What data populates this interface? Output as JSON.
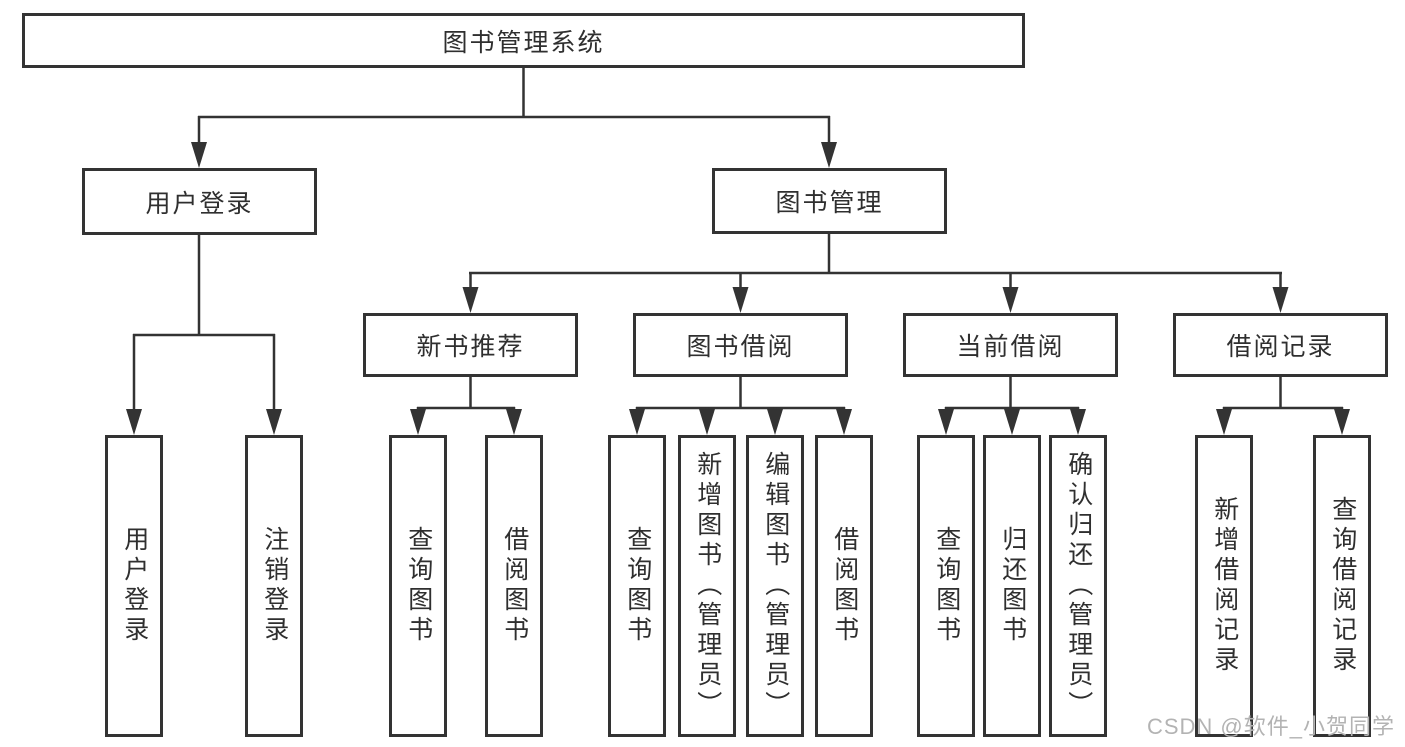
{
  "tree": {
    "root": "图书管理系统",
    "branches": [
      {
        "label": "用户登录",
        "children": [
          "用户登录",
          "注销登录"
        ]
      },
      {
        "label": "图书管理",
        "groups": [
          {
            "label": "新书推荐",
            "children": [
              "查询图书",
              "借阅图书"
            ]
          },
          {
            "label": "图书借阅",
            "children": [
              "查询图书",
              "新增图书（管理员）",
              "编辑图书（管理员）",
              "借阅图书"
            ]
          },
          {
            "label": "当前借阅",
            "children": [
              "查询图书",
              "归还图书",
              "确认归还（管理员）"
            ]
          },
          {
            "label": "借阅记录",
            "children": [
              "新增借阅记录",
              "查询借阅记录"
            ]
          }
        ]
      }
    ]
  },
  "watermark": "CSDN @软件_小贺同学",
  "colors": {
    "line": "#333333",
    "box_border": "#333333",
    "box_fill": "#ffffff",
    "text": "#2f2f2f",
    "watermark": "#b3b3b3",
    "background": "#ffffff"
  }
}
